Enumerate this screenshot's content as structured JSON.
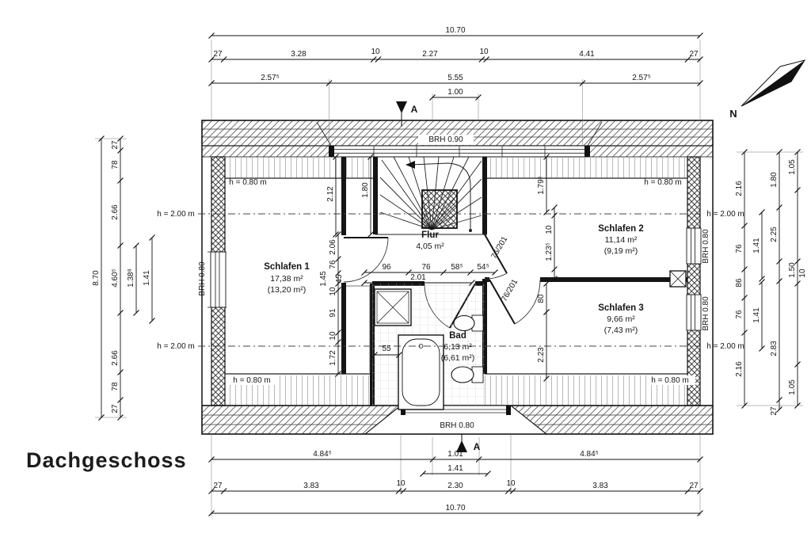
{
  "title": "Dachgeschoss",
  "north": {
    "label": "N"
  },
  "section_marker": {
    "letter": "A"
  },
  "rooms": [
    {
      "name": "Schlafen 1",
      "area": "17,38 m²",
      "area_reduced": "(13,20 m²)"
    },
    {
      "name": "Schlafen 2",
      "area": "11,14 m²",
      "area_reduced": "(9,19 m²)"
    },
    {
      "name": "Schlafen 3",
      "area": "9,66 m²",
      "area_reduced": "(7,43 m²)"
    },
    {
      "name": "Flur",
      "area": "4,05 m²"
    },
    {
      "name": "Bad",
      "area": "6,13 m²",
      "area_reduced": "(6,61 m²)"
    }
  ],
  "annotations": {
    "brh090": "BRH 0.90",
    "brh080": "BRH 0.80",
    "h080": "h = 0.80 m",
    "h200": "h = 2.00 m",
    "door_size": "76/201"
  },
  "dimensions": {
    "top": {
      "total": "10.70",
      "row2": [
        "27",
        "3.28",
        "10",
        "2.27",
        "10",
        "4.41",
        "27"
      ],
      "row3": [
        "2.57⁵",
        "5.55",
        "2.57⁵"
      ],
      "row4": "1.00"
    },
    "bottom": {
      "row1": [
        "4.84⁵",
        "1.01",
        "4.84⁵"
      ],
      "row2": "1.41",
      "row3": [
        "27",
        "3.83",
        "10",
        "2.30",
        "10",
        "3.83",
        "27"
      ],
      "total": "10.70"
    },
    "left": {
      "total": "8.70",
      "chain": [
        "27",
        "78",
        "2.66",
        "4.60⁵",
        "2.66",
        "78",
        "27"
      ],
      "inner": [
        "1.38⁸",
        "1.41"
      ]
    },
    "right": {
      "chain1": [
        "2.16",
        "76",
        "86",
        "76",
        "2.16"
      ],
      "chain2": [
        "1.41",
        "1.41"
      ],
      "chain3": [
        "1.80",
        "2.25",
        "2.83",
        "27"
      ],
      "chain4": [
        "1.05",
        "1.50",
        "10",
        "1.05"
      ]
    },
    "interior": {
      "stair_width": "2.12",
      "stair_flight": "1.80",
      "flur_height": "2.06",
      "door_width": "76",
      "wall_offset": "1.45",
      "niche": [
        "45",
        "10",
        "91",
        "10"
      ],
      "s1_corner": "1.72",
      "tub_width": "55",
      "flur_row": [
        "96",
        "76",
        "58⁵",
        "54⁵"
      ],
      "flur_total": "2.01",
      "s2_wall": "1.79⁵",
      "s2_chain": [
        "10",
        "1.23⁵"
      ],
      "bad_east": [
        "80",
        "2.23"
      ]
    }
  }
}
